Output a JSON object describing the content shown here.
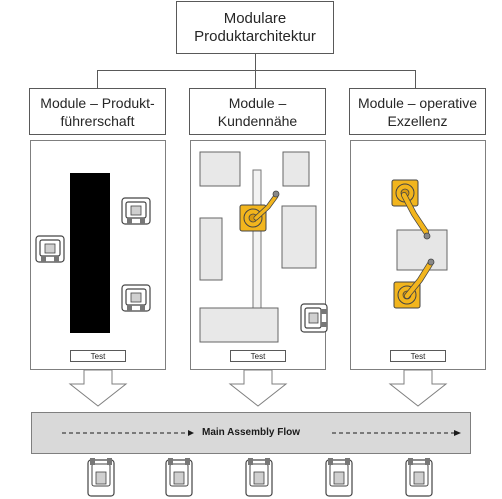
{
  "title": "Modulare Produktarchitektur",
  "title_lines": [
    "Modulare",
    "Produktarchitektur"
  ],
  "modules": [
    {
      "lines": [
        "Module – Produkt-",
        "führerschaft"
      ],
      "test_label": "Test"
    },
    {
      "lines": [
        "Module –",
        "Kundennähe"
      ],
      "test_label": "Test"
    },
    {
      "lines": [
        "Module – operative",
        "Exzellenz"
      ],
      "test_label": "Test"
    }
  ],
  "flow": {
    "label": "Main Assembly Flow"
  },
  "colors": {
    "robot": "#f2b51d",
    "machine": "#e8e8e8",
    "conveyor": "#d9d9d9",
    "block": "#000000"
  }
}
